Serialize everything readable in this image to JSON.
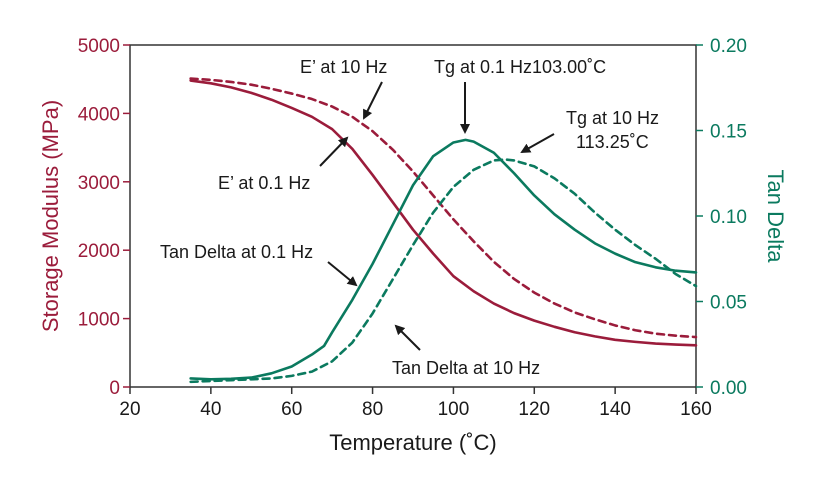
{
  "colors": {
    "left_axis": "#9b1c3b",
    "right_axis": "#0b7a5f",
    "storage_modulus": "#9b1c3b",
    "tan_delta": "#0b7a5f",
    "axes_frame": "#333333",
    "annotation_text": "#1a1a1a"
  },
  "chart_data": {
    "type": "line",
    "xlabel": "Temperature (˚C)",
    "ylabel_left": "Storage Modulus (MPa)",
    "ylabel_right": "Tan Delta",
    "xlim": [
      20,
      160
    ],
    "ylim_left": [
      0,
      5000
    ],
    "ylim_right": [
      0,
      0.2
    ],
    "x_ticks": [
      "20",
      "40",
      "60",
      "80",
      "100",
      "120",
      "140",
      "160"
    ],
    "y_left_ticks": [
      "0",
      "1000",
      "2000",
      "3000",
      "4000",
      "5000"
    ],
    "y_right_ticks": [
      "0.00",
      "0.05",
      "0.10",
      "0.15",
      "0.20"
    ],
    "grid": false,
    "series": [
      {
        "key": "e01",
        "axis": "left",
        "style": "solid",
        "color": "#9b1c3b",
        "x": [
          35,
          40,
          45,
          50,
          55,
          60,
          65,
          70,
          75,
          80,
          85,
          90,
          95,
          100,
          105,
          110,
          115,
          120,
          125,
          130,
          135,
          140,
          145,
          150,
          155,
          160
        ],
        "y": [
          4480,
          4440,
          4380,
          4300,
          4200,
          4080,
          3950,
          3770,
          3480,
          3100,
          2700,
          2300,
          1950,
          1620,
          1400,
          1220,
          1080,
          970,
          880,
          800,
          740,
          690,
          660,
          635,
          620,
          610
        ]
      },
      {
        "key": "e10",
        "axis": "left",
        "style": "dashed",
        "color": "#9b1c3b",
        "x": [
          35,
          40,
          45,
          50,
          55,
          60,
          65,
          70,
          75,
          80,
          85,
          90,
          95,
          100,
          105,
          110,
          115,
          120,
          125,
          130,
          135,
          140,
          145,
          150,
          155,
          160
        ],
        "y": [
          4510,
          4490,
          4460,
          4420,
          4360,
          4290,
          4210,
          4100,
          3950,
          3740,
          3470,
          3150,
          2800,
          2450,
          2130,
          1830,
          1580,
          1380,
          1220,
          1090,
          990,
          900,
          830,
          780,
          750,
          730
        ]
      },
      {
        "key": "td01",
        "axis": "right",
        "style": "solid",
        "color": "#0b7a5f",
        "x": [
          35,
          40,
          45,
          50,
          55,
          60,
          65,
          68,
          70,
          75,
          80,
          85,
          90,
          95,
          100,
          103,
          105,
          110,
          115,
          120,
          125,
          130,
          135,
          140,
          145,
          150,
          155,
          160
        ],
        "y": [
          0.005,
          0.0045,
          0.0048,
          0.0055,
          0.008,
          0.012,
          0.019,
          0.024,
          0.032,
          0.051,
          0.072,
          0.095,
          0.118,
          0.135,
          0.143,
          0.1445,
          0.1435,
          0.137,
          0.125,
          0.112,
          0.101,
          0.092,
          0.084,
          0.078,
          0.073,
          0.07,
          0.068,
          0.067
        ]
      },
      {
        "key": "td10",
        "axis": "right",
        "style": "dashed",
        "color": "#0b7a5f",
        "x": [
          35,
          40,
          45,
          50,
          55,
          60,
          65,
          70,
          75,
          80,
          85,
          90,
          95,
          100,
          105,
          110,
          113,
          115,
          120,
          125,
          130,
          135,
          140,
          145,
          150,
          155,
          160
        ],
        "y": [
          0.003,
          0.0035,
          0.004,
          0.0045,
          0.005,
          0.0065,
          0.009,
          0.015,
          0.026,
          0.043,
          0.063,
          0.083,
          0.102,
          0.117,
          0.127,
          0.1325,
          0.133,
          0.1325,
          0.129,
          0.122,
          0.113,
          0.102,
          0.092,
          0.083,
          0.075,
          0.066,
          0.059
        ]
      }
    ],
    "annotations": [
      {
        "key": "e10",
        "text": "E’ at 10 Hz"
      },
      {
        "key": "e01",
        "text": "E’ at 0.1 Hz"
      },
      {
        "key": "tg01",
        "text": "Tg at 0.1 Hz103.00˚C"
      },
      {
        "key": "tg10_l1",
        "text": "Tg at 10 Hz"
      },
      {
        "key": "tg10_l2",
        "text": "113.25˚C"
      },
      {
        "key": "td01",
        "text": "Tan Delta at 0.1 Hz"
      },
      {
        "key": "td10",
        "text": "Tan Delta at 10 Hz"
      }
    ]
  }
}
